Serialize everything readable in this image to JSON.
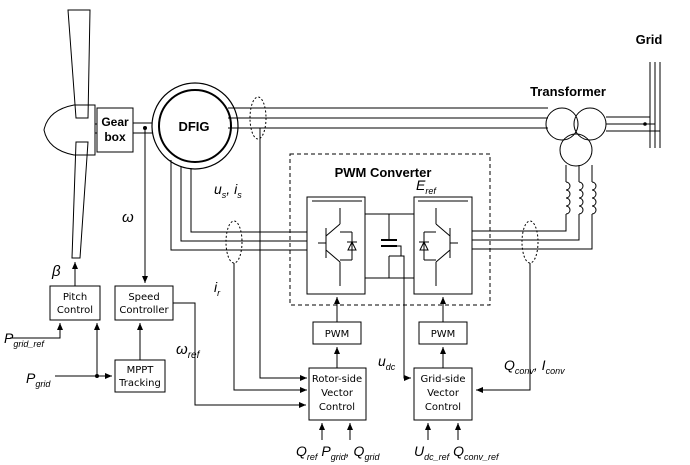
{
  "labels": {
    "gearbox_line1": "Gear",
    "gearbox_line2": "box",
    "dfig": "DFIG",
    "transformer": "Transformer",
    "grid": "Grid",
    "pwm_converter": "PWM Converter",
    "pitch_control_line1": "Pitch",
    "pitch_control_line2": "Control",
    "speed_controller_line1": "Speed",
    "speed_controller_line2": "Controller",
    "mppt_line1": "MPPT",
    "mppt_line2": "Tracking",
    "pwm_left": "PWM",
    "pwm_right": "PWM",
    "rotor_side_line1": "Rotor-side",
    "rotor_side_line2": "Vector",
    "rotor_side_line3": "Control",
    "grid_side_line1": "Grid-side",
    "grid_side_line2": "Vector",
    "grid_side_line3": "Control"
  },
  "symbols": {
    "beta": "β",
    "omega": "ω",
    "omega_ref": "ω",
    "omega_ref_sub": "ref",
    "us_is": "u",
    "us_sub": "s",
    "us_sep": ", i",
    "is_sub": "s",
    "ir": "i",
    "ir_sub": "r",
    "eref": "E",
    "eref_sub": "ref",
    "udc": "u",
    "udc_sub": "dc",
    "pgrid_ref": "P",
    "pgrid_ref_sub": "grid_ref",
    "pgrid": "P",
    "pgrid_sub": "grid",
    "qconv": "Q",
    "qconv_sub": "conv",
    "qconv_sep": ", I",
    "iconv_sub": "conv",
    "qref": "Q",
    "qref_sub": "ref",
    "p_grid2": "P",
    "p_grid2_sub": "grid",
    "sep": ", ",
    "q_grid": "Q",
    "q_grid_sub": "grid",
    "udc_ref": "U",
    "udc_ref_sub": "dc_ref",
    "qconv_ref": "Q",
    "qconv_ref_sub": "conv_ref"
  }
}
